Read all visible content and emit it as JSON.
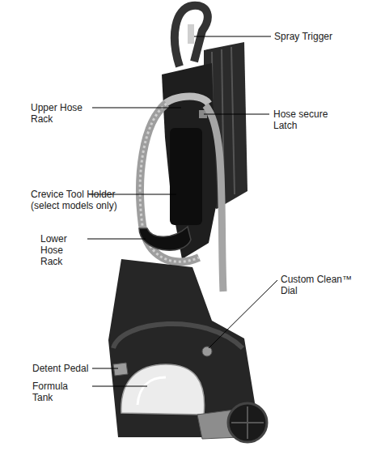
{
  "diagram": {
    "labels": [
      "Spray Trigger",
      "Upper Hose Rack",
      "Hose secure Latch",
      "Crevice Tool Holder (select models only)",
      "Lower Hose Rack",
      "Custom Clean™ Dial",
      "Detent Pedal",
      "Formula Tank"
    ]
  }
}
